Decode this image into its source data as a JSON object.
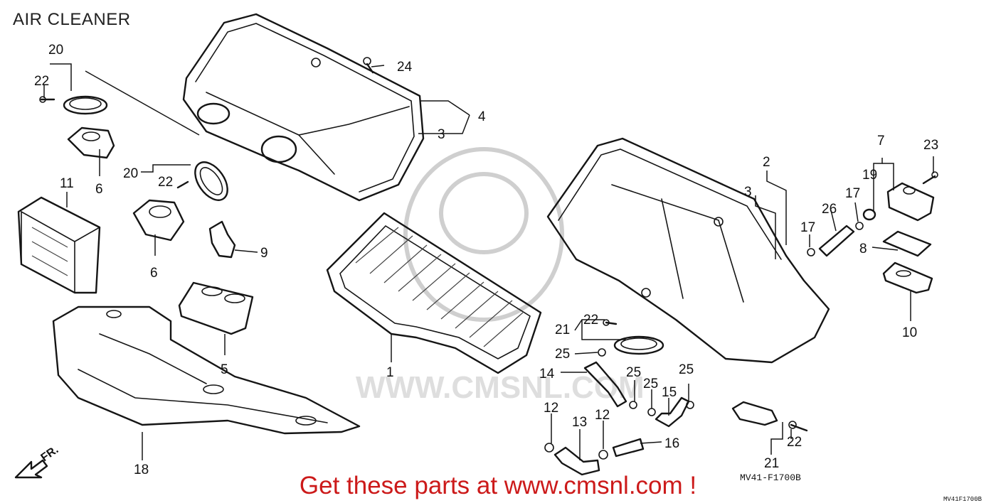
{
  "title": "AIR CLEANER",
  "diagram_code": "MV41-F1700B",
  "corner_code": "MV41F1700B",
  "footer_text": "Get these parts at www.cmsnl.com !",
  "front_marker": "FR.",
  "watermark_text": "WWW.CMSNL.COM",
  "labels": {
    "l20a": "20",
    "l22a": "22",
    "l24": "24",
    "l4": "4",
    "l3a": "3",
    "l6a": "6",
    "l20b": "20",
    "l22b": "22",
    "l11": "11",
    "l6b": "6",
    "l9": "9",
    "l5": "5",
    "l18a": "18",
    "l1": "1",
    "l2": "2",
    "l3b": "3",
    "l7": "7",
    "l23": "23",
    "l19": "19",
    "l17a": "17",
    "l26": "26",
    "l17b": "17",
    "l8": "8",
    "l10": "10",
    "l22c": "22",
    "l21a": "21",
    "l25a": "25",
    "l14": "14",
    "l25b": "25",
    "l25c": "25",
    "l15": "15",
    "l25d": "25",
    "l12a": "12",
    "l13": "13",
    "l12b": "12",
    "l16": "16",
    "l21b": "21",
    "l22d": "22"
  }
}
